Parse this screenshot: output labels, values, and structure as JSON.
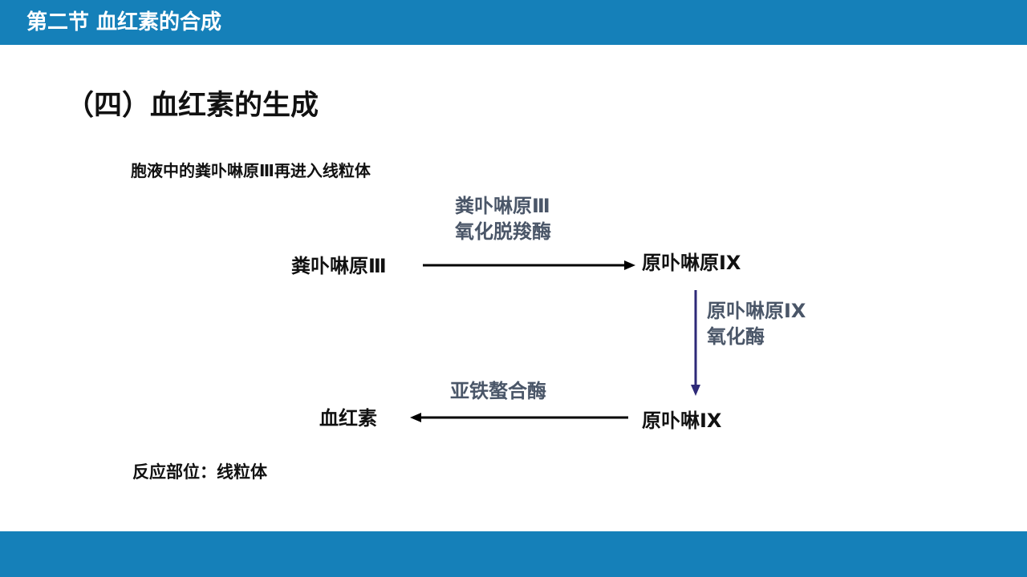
{
  "header": {
    "title": "第二节 血红素的合成"
  },
  "section": {
    "title": "（四）血红素的生成"
  },
  "intro": {
    "text": "胞液中的粪卟啉原Ⅲ再进入线粒体"
  },
  "diagram": {
    "nodes": {
      "coproporphyrinogen": "粪卟啉原Ⅲ",
      "protoporphyrinogen": "原卟啉原IX",
      "protoporphyrin": "原卟啉IX",
      "heme": "血红素"
    },
    "enzymes": {
      "oxidative_decarboxylase": [
        "粪卟啉原Ⅲ",
        "氧化脱羧酶"
      ],
      "oxidase": [
        "原卟啉原IX",
        "氧化酶"
      ],
      "ferrochelatase": "亚铁螯合酶"
    }
  },
  "site": {
    "text": "反应部位：线粒体"
  },
  "colors": {
    "header_bar": "#1580b9",
    "enzyme_text": "#4a5668",
    "vertical_arrow": "#2e2a78"
  }
}
